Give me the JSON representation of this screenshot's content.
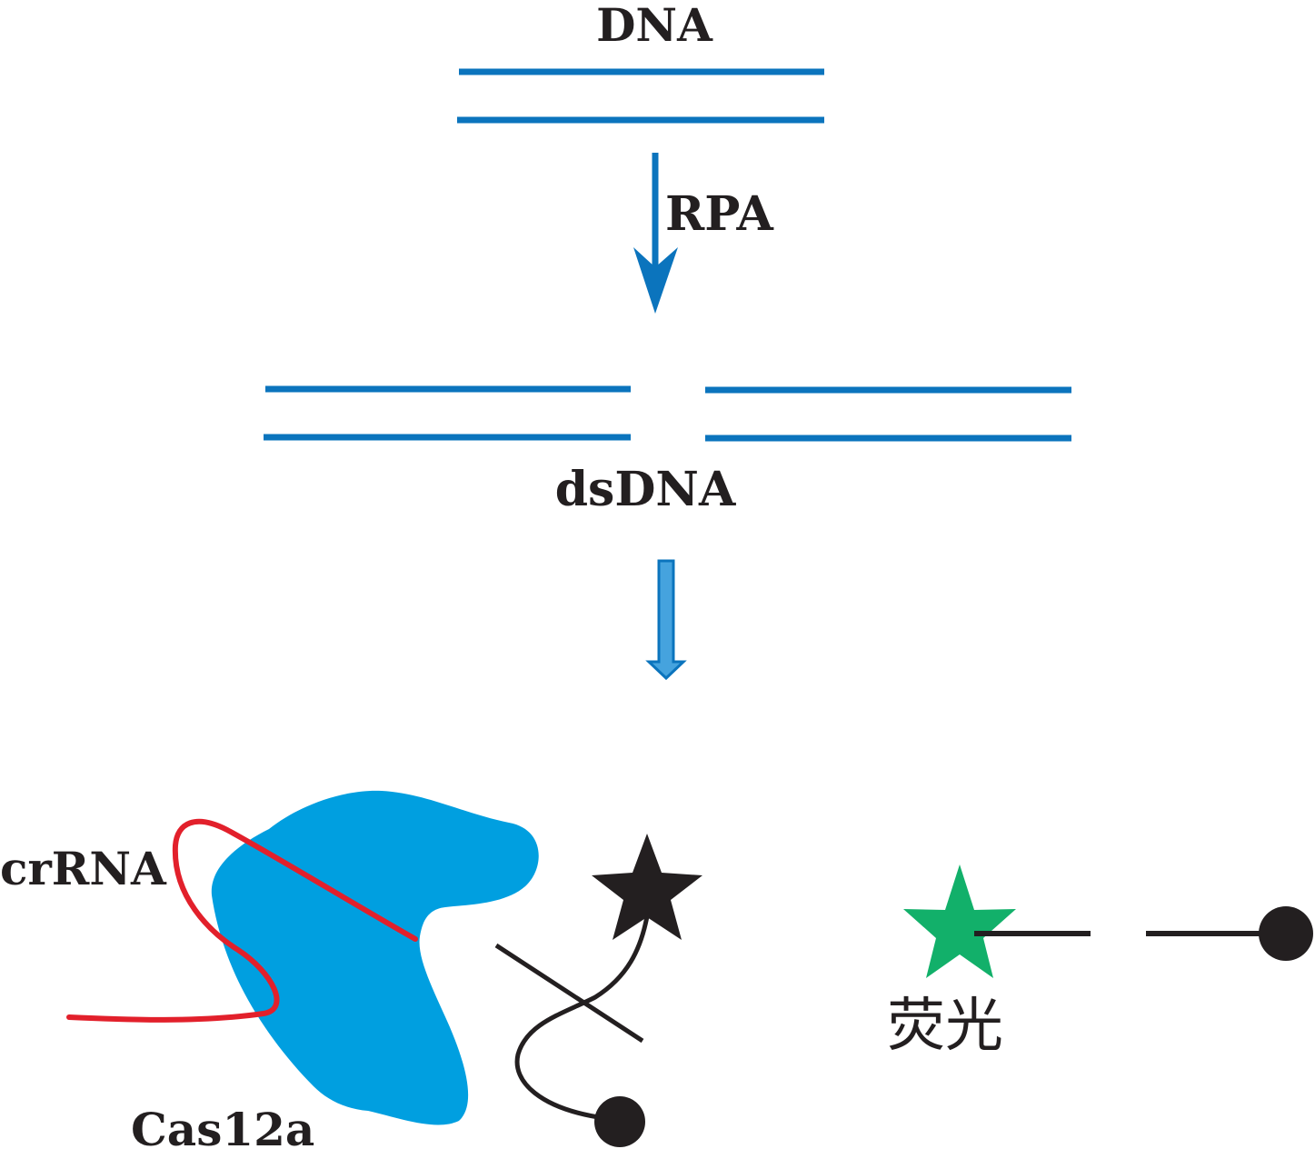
{
  "labels": {
    "dna": "DNA",
    "rpa": "RPA",
    "dsdna": "dsDNA",
    "crrna": "crRNA",
    "cas12a": "Cas12a",
    "fluorescence": "荧光"
  },
  "colors": {
    "dna_strand": "#0b74bd",
    "arrow_outline": "#0b74bd",
    "arrow_fill": "#45a3de",
    "cas12a_protein": "#009fe0",
    "crrna_strand": "#e2202b",
    "reporter": "#231f20",
    "quencher": "#231f20",
    "fluorophore_released": "#12b06a",
    "text": "#231f20"
  },
  "icons": {
    "fluorophore_quenched": "black-star-icon",
    "fluorophore_released": "green-star-icon",
    "quencher": "black-dot-icon",
    "cleavage_mark": "cross-line-icon"
  }
}
